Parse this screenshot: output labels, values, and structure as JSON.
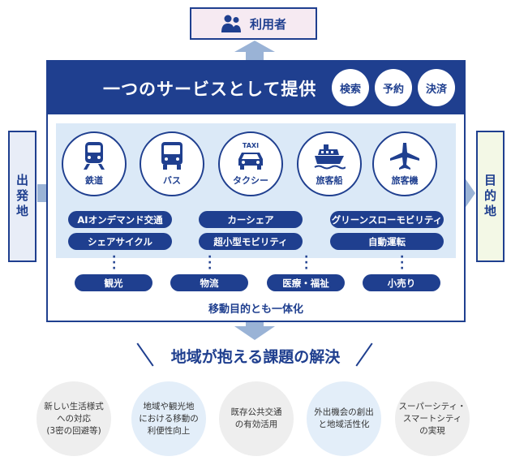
{
  "user": {
    "label": "利用者",
    "icon": "users-icon"
  },
  "origin_label": "出発地",
  "destination_label": "目的地",
  "main": {
    "title": "一つのサービスとして提供",
    "functions": [
      "検索",
      "予約",
      "決済"
    ]
  },
  "modes": [
    {
      "label": "鉄道",
      "icon": "train-icon"
    },
    {
      "label": "バス",
      "icon": "bus-icon"
    },
    {
      "label": "タクシー",
      "icon": "taxi-icon",
      "sign": "TAXI"
    },
    {
      "label": "旅客船",
      "icon": "ship-icon"
    },
    {
      "label": "旅客機",
      "icon": "airplane-icon"
    }
  ],
  "services": [
    "AIオンデマンド交通",
    "カーシェア",
    "グリーンスローモビリティ",
    "シェアサイクル",
    "超小型モビリティ",
    "自動運転"
  ],
  "purposes": [
    "観光",
    "物流",
    "医療・福祉",
    "小売り"
  ],
  "purpose_note": "移動目的とも一体化",
  "solution_title": "地域が抱える課題の解決",
  "issues": [
    "新しい生活様式\nへの対応\n(3密の回避等)",
    "地域や観光地\nにおける移動の\n利便性向上",
    "既存公共交通\nの有効活用",
    "外出機会の創出\nと地域活性化",
    "スーパーシティ・\nスマートシティ\nの実現"
  ],
  "colors": {
    "navy": "#1f3f8f",
    "light_blue": "#dbe9f7",
    "arrow": "#9ab3d6"
  }
}
